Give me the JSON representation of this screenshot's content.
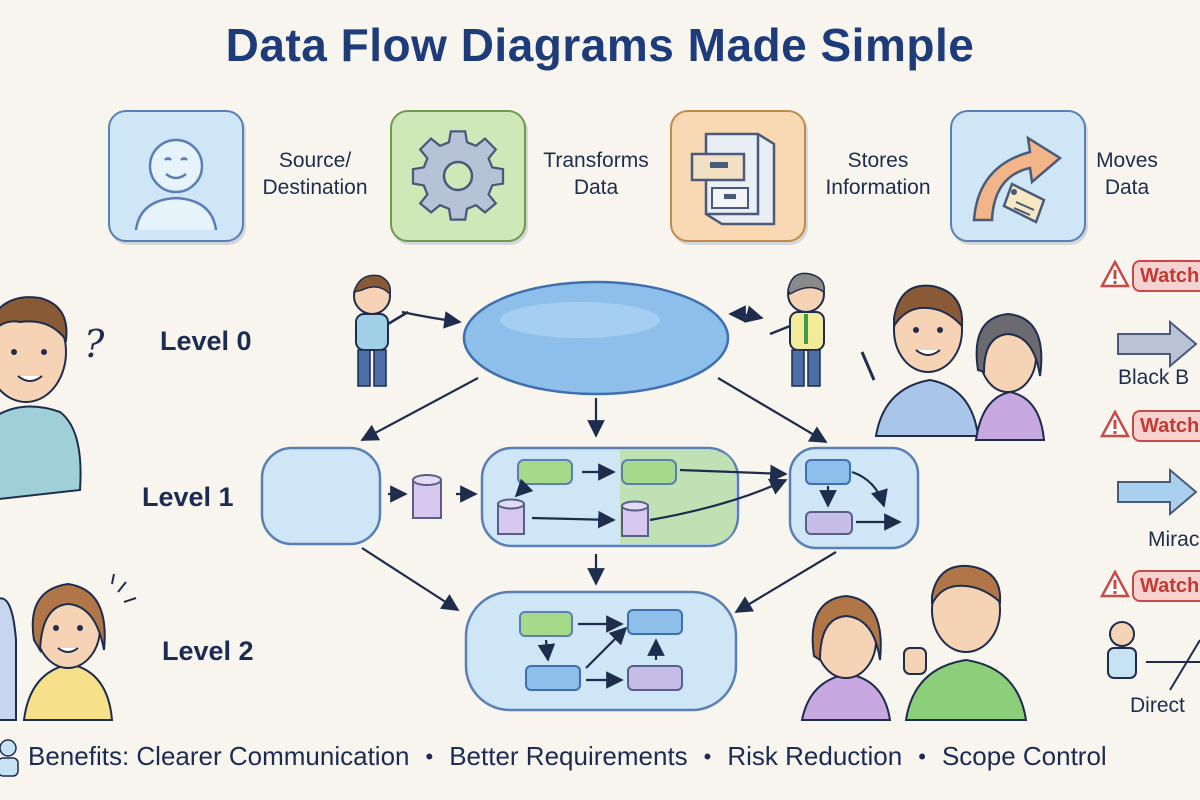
{
  "title": "Data Flow Diagrams Made Simple",
  "legend": [
    {
      "icon": "person-icon",
      "label_line1": "Source/",
      "label_line2": "Destination",
      "color": "#cfe6f6"
    },
    {
      "icon": "gear-icon",
      "label_line1": "Transforms",
      "label_line2": "Data",
      "color": "#cfe8b8"
    },
    {
      "icon": "file-cabinet-icon",
      "label_line1": "Stores",
      "label_line2": "Information",
      "color": "#f8d9b4"
    },
    {
      "icon": "arrow-tag-icon",
      "label_line1": "Moves",
      "label_line2": "Data",
      "color": "#cfe6f6"
    }
  ],
  "levels": {
    "level0": "Level 0",
    "level1": "Level 1",
    "level2": "Level 2"
  },
  "warnings": [
    {
      "badge": "Watch",
      "caption": "Black B"
    },
    {
      "badge": "Watch",
      "caption": "Mirac"
    },
    {
      "badge": "Watch",
      "caption": "Direct"
    }
  ],
  "question_mark": "?",
  "benefits": {
    "prefix": "Benefits:",
    "items": [
      "Clearer Communication",
      "Better Requirements",
      "Risk Reduction",
      "Scope Control"
    ],
    "separator": "•"
  },
  "colors": {
    "title": "#1e3c7a",
    "blue_shape": "#a9d0ee",
    "green_shape": "#b9df9e",
    "purple_store": "#d6c8ee",
    "warning_red": "#c94a44"
  }
}
